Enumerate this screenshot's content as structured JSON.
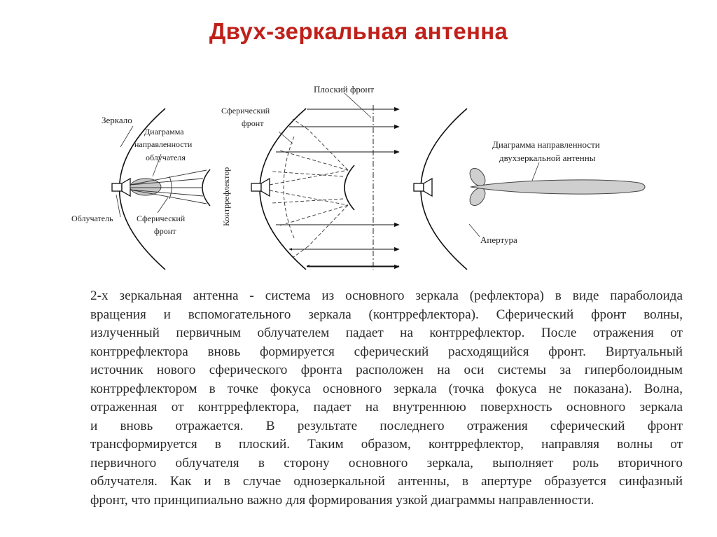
{
  "slide": {
    "title": "Двух-зеркальная антенна"
  },
  "diagram": {
    "labels": {
      "mirror": "Зеркало",
      "pattern_feed_1": "Диаграмма",
      "pattern_feed_2": "направленности",
      "pattern_feed_3": "облучателя",
      "subreflector": "Контррефлектор",
      "feed": "Облучатель",
      "spherical_front_a_1": "Сферический",
      "spherical_front_a_2": "фронт",
      "spherical_front_b_1": "Сферический",
      "spherical_front_b_2": "фронт",
      "plane_front": "Плоский фронт",
      "pattern_dual_1": "Диаграмма направленности",
      "pattern_dual_2": "двухзеркальной антенны",
      "aperture": "Апертура"
    }
  },
  "description": {
    "lines": [
      "2-х зеркальная антенна - система из основного зеркала (рефлектора) в виде параболоида",
      "вращения и вспомогательного зеркала (контррефлектора). Сферический фронт волны,",
      "излученный первичным облучателем падает на контррефлектор. После отражения от",
      "контррефлектора вновь формируется сферический расходящийся фронт. Виртуальный",
      "источник нового сферического фронта расположен на оси системы за гиперболоидным",
      "контррефлектором в точке фокуса основного зеркала (точка фокуса не показана). Волна,",
      "отраженная от контррефлектора, падает на внутреннюю поверхность основного зеркала",
      "и вновь отражается. В результате последнего отражения сферический фронт",
      "трансформируется в плоский. Таким образом, контррефлектор, направляя волны от",
      "первичного облучателя в сторону основного зеркала, выполняет роль вторичного",
      "облучателя. Как и в случае однозеркальной антенны, в апертуре образуется синфазный",
      "фронт, что принципиально важно для формирования узкой диаграммы направленности."
    ]
  }
}
